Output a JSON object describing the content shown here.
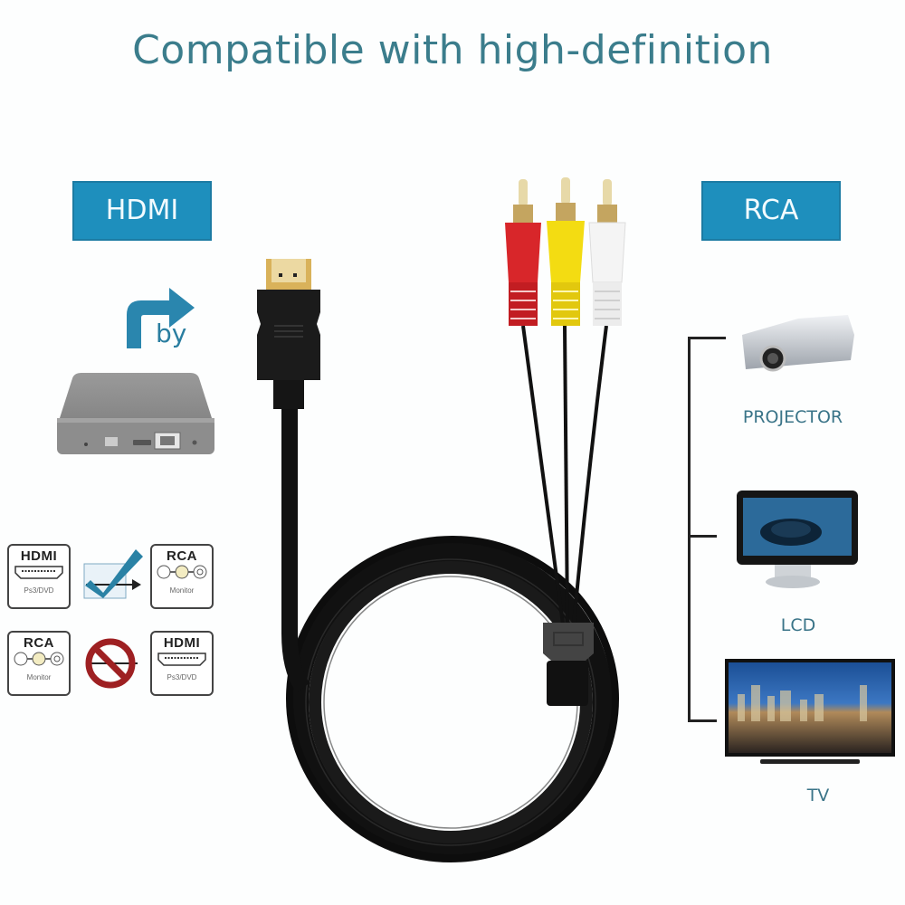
{
  "header": {
    "title": "Compatible with high-definition"
  },
  "source": {
    "label": "HDMI",
    "connector_word": "by",
    "device": "set-top-box"
  },
  "target": {
    "label": "RCA",
    "devices": [
      {
        "name": "projector",
        "label": "PROJECTOR"
      },
      {
        "name": "lcd",
        "label": "LCD"
      },
      {
        "name": "tv",
        "label": "TV"
      }
    ]
  },
  "compatibility": [
    {
      "from": {
        "title": "HDMI",
        "sub": "Ps3/DVD"
      },
      "status": "supported",
      "to": {
        "title": "RCA",
        "sub": "Monitor"
      }
    },
    {
      "from": {
        "title": "RCA",
        "sub": "Monitor"
      },
      "status": "not-supported",
      "to": {
        "title": "HDMI",
        "sub": "Ps3/DVD"
      }
    }
  ],
  "cable": {
    "plugs": [
      {
        "color": "red",
        "hex": "#d8262a"
      },
      {
        "color": "yellow",
        "hex": "#f3dc12"
      },
      {
        "color": "white",
        "hex": "#f4f4f4"
      }
    ],
    "hdmi_tip_color": "#d9b25a"
  },
  "colors": {
    "accent": "#1e8fbd",
    "title": "#3b7d8c",
    "cable": "#121212"
  }
}
